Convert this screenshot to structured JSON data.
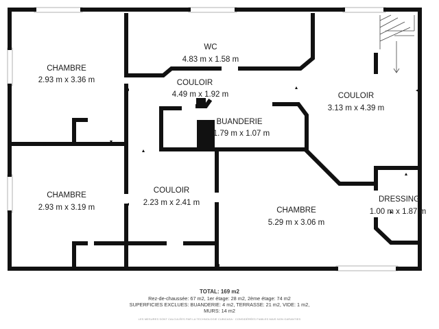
{
  "plan": {
    "rooms": [
      {
        "id": "chambre-nw",
        "name": "CHAMBRE",
        "dims": "2.93 m x 3.36 m"
      },
      {
        "id": "wc",
        "name": "WC",
        "dims": "4.83 m x 1.58 m"
      },
      {
        "id": "couloir-center",
        "name": "COULOIR",
        "dims": "4.49 m x 1.92 m"
      },
      {
        "id": "couloir-east",
        "name": "COULOIR",
        "dims": "3.13 m x 4.39 m"
      },
      {
        "id": "buanderie",
        "name": "BUANDERIE",
        "dims": "1.79 m x 1.07 m"
      },
      {
        "id": "chambre-sw",
        "name": "CHAMBRE",
        "dims": "2.93 m x 3.19 m"
      },
      {
        "id": "couloir-south",
        "name": "COULOIR",
        "dims": "2.23 m x 2.41 m"
      },
      {
        "id": "chambre-s",
        "name": "CHAMBRE",
        "dims": "5.29 m x 3.06 m"
      },
      {
        "id": "dressing",
        "name": "DRESSING",
        "dims": "1.00 m x 1.87 m"
      }
    ]
  },
  "footer": {
    "total": "TOTAL: 169 m2",
    "line1": "Rez-de-chaussée: 67 m2, 1er étage: 28 m2, 2ème étage: 74 m2",
    "line2": "SUPERFICIES EXCLUES: BUANDERIE: 4 m2, TERRASSE: 21 m2, VIDE: 1 m2,",
    "line3": "MURS: 14 m2",
    "disclaimer": "LES MESURES SONT CALCULÉES PAR LA TECHNOLOGIE CUBICASA · CONSIDÉRÉES FIABLES MAIS NON GARANTIES"
  },
  "colors": {
    "wall": "#111111",
    "window": "#bdbdbd",
    "background": "#ffffff"
  }
}
